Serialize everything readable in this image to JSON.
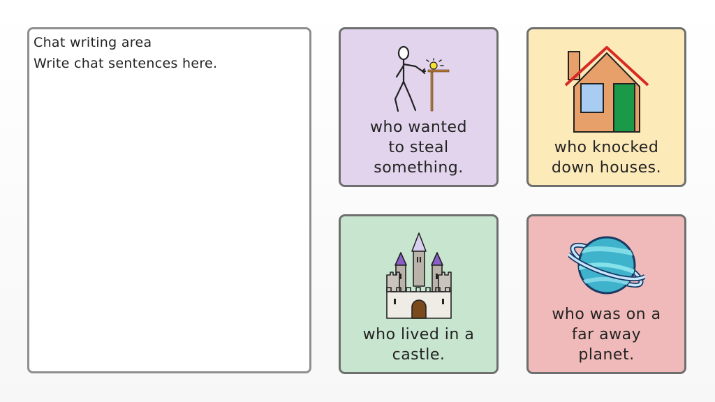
{
  "chat": {
    "title": "Chat writing area",
    "prompt": "Write chat sentences here."
  },
  "cards": [
    {
      "icon": "thief-icon",
      "color": "#e2d4ec",
      "lines": [
        "who wanted",
        "to steal",
        "something."
      ]
    },
    {
      "icon": "house-icon",
      "color": "#fdeab9",
      "lines": [
        "who knocked",
        "down houses."
      ]
    },
    {
      "icon": "castle-icon",
      "color": "#c8e6cf",
      "lines": [
        "who lived in a",
        "castle."
      ]
    },
    {
      "icon": "planet-icon",
      "color": "#f1baba",
      "lines": [
        "who was on a",
        "far away",
        "planet."
      ]
    }
  ]
}
